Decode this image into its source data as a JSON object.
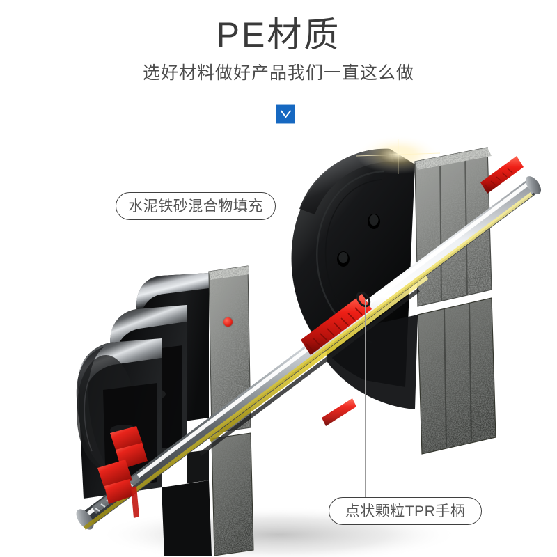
{
  "background_color": "#ffffff",
  "header": {
    "title": "PE材质",
    "title_color": "#3a3a3a",
    "subtitle": "选好材料做好产品我们一直这么做",
    "subtitle_color": "#4b4b4b",
    "badge": {
      "icon": "chevron-down-icon",
      "glyph": "V",
      "background_color": "#1668c1",
      "glyph_color": "#ffffff"
    }
  },
  "callouts": [
    {
      "id": "fill",
      "label": "水泥铁砂混合物填充",
      "text_color": "#555555",
      "border_color": "#3f3f3f",
      "background_color": "#ffffff",
      "leader_color": "#9b9b9b",
      "marker_color": "#e8271c"
    },
    {
      "id": "grip",
      "label": "点状颗粒TPR手柄",
      "text_color": "#555555",
      "border_color": "#3f3f3f",
      "background_color": "#ffffff",
      "leader_color": "#9b9b9b",
      "marker_color": "#e8271c"
    }
  ],
  "product": {
    "name": "adjustable-dumbbell-cutaway",
    "shell_color": "#1d1d1d",
    "shell_highlight": "#b9bcc0",
    "aggregate_color": "#8d8f8c",
    "aggregate_dark": "#3a3b39",
    "bar_chrome_light": "#f2f4f6",
    "bar_chrome_dark": "#7d8287",
    "grip_red": "#e01b14",
    "grip_yellow": "#e8d33a",
    "shadow_color": "#d9d9d9"
  }
}
